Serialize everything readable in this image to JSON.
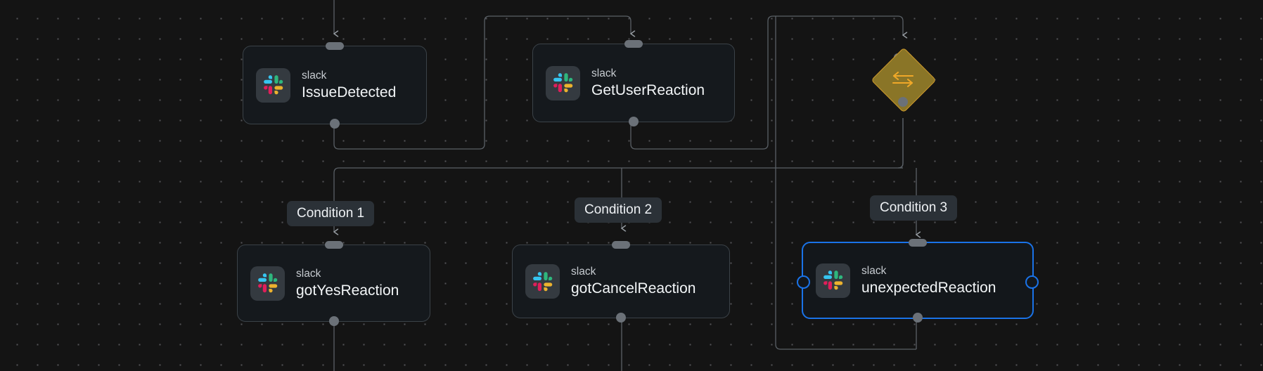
{
  "canvas": {
    "background_color": "#141414",
    "dot_color": "#555558",
    "edge_color": "#5a6066",
    "accent_selected": "#1a73e8",
    "switch_fill": "#8a7527",
    "switch_stroke": "#d09b2c",
    "switch_glyph": "#f0a828"
  },
  "nodes": [
    {
      "id": "issue-detected",
      "icon": "slack-icon",
      "subtitle": "slack",
      "title": "IssueDetected",
      "selected": false
    },
    {
      "id": "get-user-reaction",
      "icon": "slack-icon",
      "subtitle": "slack",
      "title": "GetUserReaction",
      "selected": false
    },
    {
      "id": "switch-router",
      "icon": "switch-arrows-icon",
      "subtitle": "",
      "title": "",
      "selected": false
    },
    {
      "id": "got-yes-reaction",
      "icon": "slack-icon",
      "subtitle": "slack",
      "title": "gotYesReaction",
      "selected": false
    },
    {
      "id": "got-cancel-reaction",
      "icon": "slack-icon",
      "subtitle": "slack",
      "title": "gotCancelReaction",
      "selected": false
    },
    {
      "id": "unexpected-reaction",
      "icon": "slack-icon",
      "subtitle": "slack",
      "title": "unexpectedReaction",
      "selected": true
    }
  ],
  "condition_labels": [
    {
      "id": "condition-1",
      "label": "Condition 1"
    },
    {
      "id": "condition-2",
      "label": "Condition 2"
    },
    {
      "id": "condition-3",
      "label": "Condition 3"
    }
  ]
}
